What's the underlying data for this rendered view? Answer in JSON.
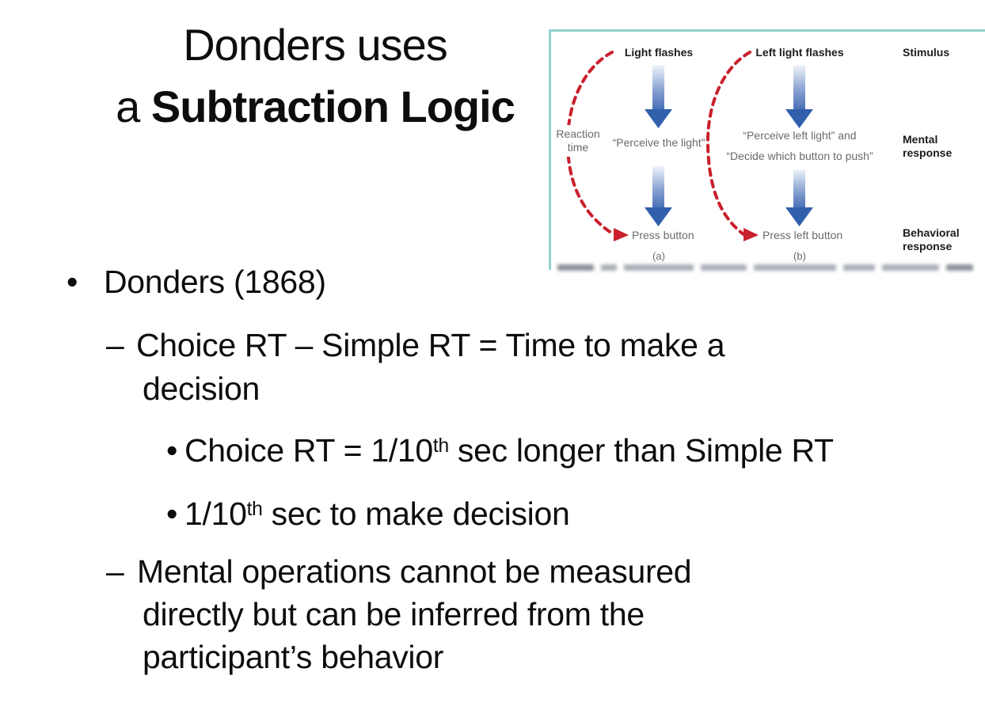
{
  "slide": {
    "background": "#ffffff",
    "text_color": "#0d0d0d"
  },
  "title": {
    "line1": "Donders uses",
    "line2_prefix": "a ",
    "line2_bold": "Subtraction Logic"
  },
  "body": {
    "b1": {
      "marker": "•",
      "text": "Donders (1868)"
    },
    "b2": {
      "marker": "–",
      "line1": "Choice RT – Simple RT = Time to make a",
      "line2": "decision"
    },
    "b3": {
      "marker": "•",
      "pre": "Choice RT = 1/10",
      "sup": "th",
      "post": " sec longer than Simple RT"
    },
    "b4": {
      "marker": "•",
      "pre": "1/10",
      "sup": "th",
      "post": " sec to make decision"
    },
    "b5": {
      "marker": "–",
      "line1": "Mental operations cannot be measured",
      "line2": "directly but can be inferred from the",
      "line3": "participant’s behavior"
    }
  },
  "diagram": {
    "border_color": "#93d2cf",
    "colors": {
      "arrow_gradient_top": "#f0f4fb",
      "arrow_gradient_bottom": "#4a71b6",
      "arrow_head": "#3060ac",
      "red_dashed": "#c9202c",
      "gray_text": "#6a6a6a",
      "dark_text": "#1c1c1c"
    },
    "reaction_label": {
      "line1": "Reaction",
      "line2": "time"
    },
    "panel_a": {
      "stimulus": "Light flashes",
      "mental": "“Perceive the light”",
      "behavior": "Press button",
      "caption": "(a)"
    },
    "panel_b": {
      "stimulus": "Left light flashes",
      "mental_line1": "“Perceive left light” and",
      "mental_line2": "“Decide which button to push”",
      "behavior": "Press left button",
      "caption": "(b)"
    },
    "row_labels": {
      "stimulus": "Stimulus",
      "mental_line1": "Mental",
      "mental_line2": "response",
      "behavioral_line1": "Behavioral",
      "behavioral_line2": "response"
    }
  }
}
